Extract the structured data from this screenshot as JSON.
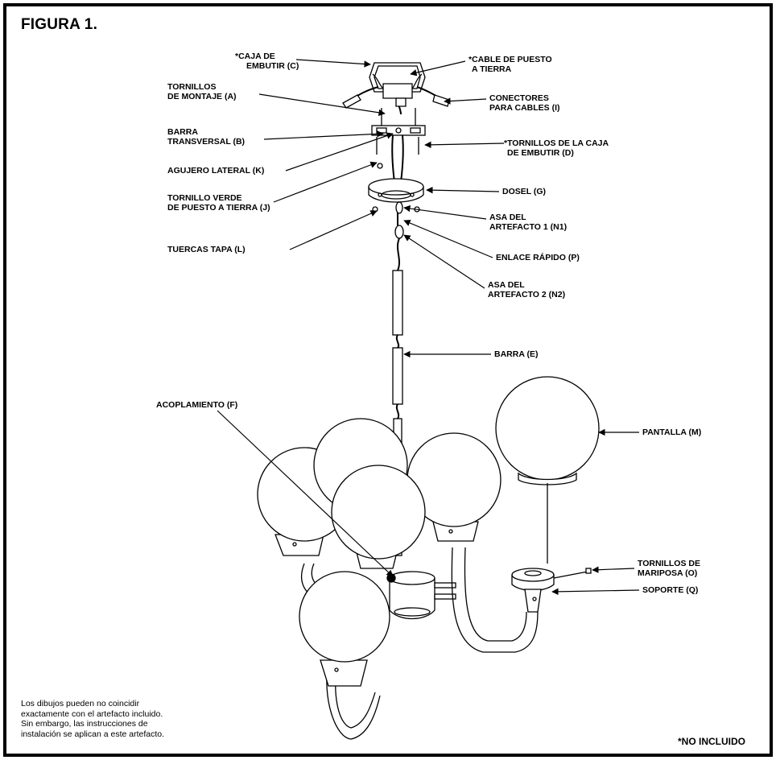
{
  "figure": {
    "title": "FIGURA 1.",
    "labels": {
      "c": [
        "*CAJA DE",
        "EMBUTIR (C)"
      ],
      "ground_cable": [
        "*CABLE DE PUESTO",
        "A TIERRA"
      ],
      "a": [
        "TORNILLOS",
        "DE MONTAJE (A)"
      ],
      "i": [
        "CONECTORES",
        "PARA CABLES (I)"
      ],
      "b": [
        "BARRA",
        "TRANSVERSAL (B)"
      ],
      "d": [
        "*TORNILLOS DE LA CAJA",
        "DE EMBUTIR (D)"
      ],
      "k": "AGUJERO LATERAL (K)",
      "g": "DOSEL (G)",
      "j": [
        "TORNILLO VERDE",
        "DE PUESTO A TIERRA (J)"
      ],
      "n1": [
        "ASA DEL",
        "ARTEFACTO 1 (N1)"
      ],
      "l": "TUERCAS TAPA (L)",
      "p": "ENLACE RÁPIDO (P)",
      "n2": [
        "ASA DEL",
        "ARTEFACTO 2 (N2)"
      ],
      "e": "BARRA (E)",
      "f": "ACOPLAMIENTO (F)",
      "m": "PANTALLA (M)",
      "o": [
        "TORNILLOS DE",
        "MARIPOSA (O)"
      ],
      "q": "SOPORTE (Q)"
    },
    "note_lines": [
      "Los dibujos pueden no coincidir",
      "exactamente con el artefacto incluido.",
      "Sin embargo, las instrucciones de",
      "instalación se aplican a este artefacto."
    ],
    "not_included": "*NO INCLUIDO"
  }
}
